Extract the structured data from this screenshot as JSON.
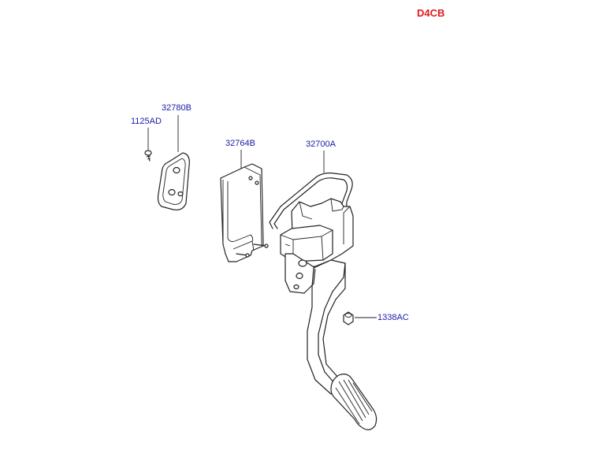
{
  "engine_code": "D4CB",
  "labels": {
    "p1125AD": "1125AD",
    "p32780B": "32780B",
    "p32764B": "32764B",
    "p32700A": "32700A",
    "p1338AC": "1338AC"
  },
  "colors": {
    "engine_code": "#e0191e",
    "part_code": "#1a1aa8",
    "line": "#222222"
  }
}
